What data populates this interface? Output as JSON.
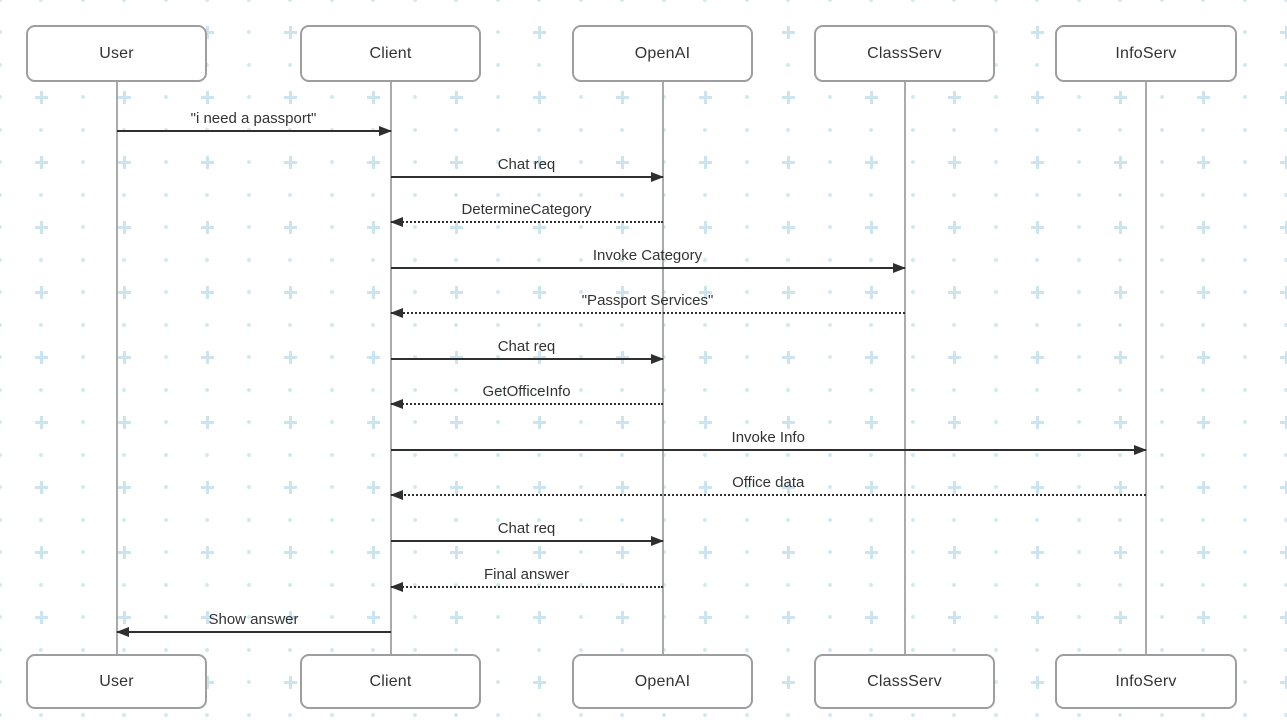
{
  "diagram": {
    "type": "sequence",
    "actors": [
      {
        "id": "user",
        "name": "User"
      },
      {
        "id": "client",
        "name": "Client"
      },
      {
        "id": "openai",
        "name": "OpenAI"
      },
      {
        "id": "classserv",
        "name": "ClassServ"
      },
      {
        "id": "infoserv",
        "name": "InfoServ"
      }
    ],
    "messages": [
      {
        "from": "User",
        "to": "Client",
        "label": "\"i need a passport\"",
        "style": "solid"
      },
      {
        "from": "Client",
        "to": "OpenAI",
        "label": "Chat req",
        "style": "solid"
      },
      {
        "from": "OpenAI",
        "to": "Client",
        "label": "DetermineCategory",
        "style": "dotted"
      },
      {
        "from": "Client",
        "to": "ClassServ",
        "label": "Invoke Category",
        "style": "solid"
      },
      {
        "from": "ClassServ",
        "to": "Client",
        "label": "\"Passport Services\"",
        "style": "dotted"
      },
      {
        "from": "Client",
        "to": "OpenAI",
        "label": "Chat req",
        "style": "solid"
      },
      {
        "from": "OpenAI",
        "to": "Client",
        "label": "GetOfficeInfo",
        "style": "dotted"
      },
      {
        "from": "Client",
        "to": "InfoServ",
        "label": "Invoke Info",
        "style": "solid"
      },
      {
        "from": "InfoServ",
        "to": "Client",
        "label": "Office data",
        "style": "dotted"
      },
      {
        "from": "Client",
        "to": "OpenAI",
        "label": "Chat req",
        "style": "solid"
      },
      {
        "from": "OpenAI",
        "to": "Client",
        "label": "Final answer",
        "style": "dotted"
      },
      {
        "from": "Client",
        "to": "User",
        "label": "Show answer",
        "style": "solid"
      }
    ],
    "colors": {
      "line": "#2f2f2f",
      "lifeline": "#aaaaaa",
      "box_border": "#9e9e9e",
      "text": "#333333",
      "pattern_dot": "#d4e8ef",
      "pattern_plus": "#cbe4ee",
      "background": "#ffffff"
    }
  }
}
